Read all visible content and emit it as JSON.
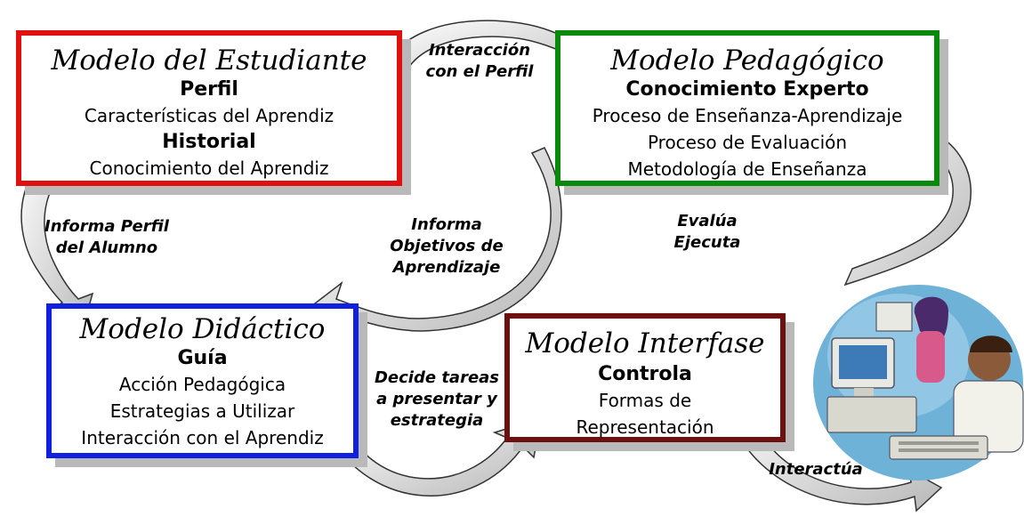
{
  "boxes": {
    "estudiante": {
      "title": "Modelo del Estudiante",
      "line1": "Perfil",
      "line2": "Características del Aprendiz",
      "line3": "Historial",
      "line4": "Conocimiento del Aprendiz"
    },
    "pedagogico": {
      "title": "Modelo Pedagógico",
      "line1": "Conocimiento Experto",
      "line2": "Proceso de Enseñanza-Aprendizaje",
      "line3": "Proceso de Evaluación",
      "line4": "Metodología de Enseñanza"
    },
    "didactico": {
      "title": "Modelo Didáctico",
      "line1": "Guía",
      "line2": "Acción Pedagógica",
      "line3": "Estrategias a Utilizar",
      "line4": "Interacción con el Aprendiz"
    },
    "interfase": {
      "title": "Modelo Interfase",
      "line1": "Controla",
      "line2": "Formas de",
      "line3": "Representación"
    }
  },
  "labels": {
    "interaccion": [
      "Interacción",
      "con el Perfil"
    ],
    "informa_perfil": [
      "Informa Perfil",
      "del Alumno"
    ],
    "informa_objetivos": [
      "Informa",
      "Objetivos de",
      "Aprendizaje"
    ],
    "evalua": [
      "Evalúa",
      "Ejecuta"
    ],
    "decide": [
      "Decide tareas",
      "a presentar y",
      "estrategia"
    ],
    "interactua": [
      "Interactúa"
    ]
  },
  "colors": {
    "estudiante_border": "#e01010",
    "pedagogico_border": "#0a8a0a",
    "didactico_border": "#1020e0",
    "interfase_border": "#6e1010",
    "arrow_fill": "#d4d4d4"
  },
  "clipart": {
    "icon": "children-at-computers-illustration"
  }
}
